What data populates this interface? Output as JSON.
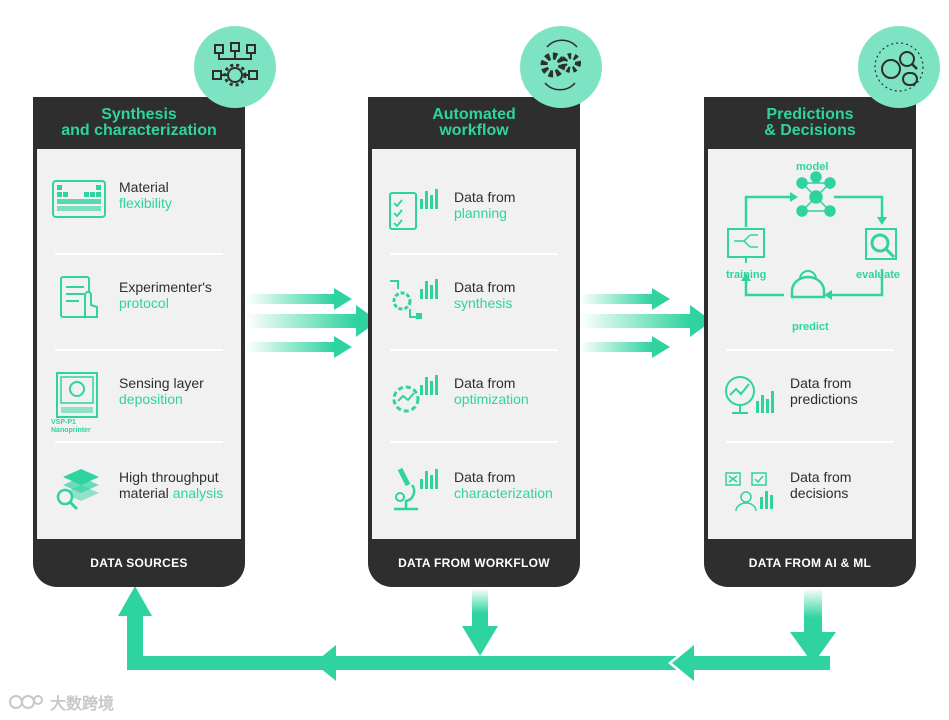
{
  "panels": [
    {
      "title_line1": "Synthesis",
      "title_line2": "and characterization",
      "footer": "DATA SOURCES",
      "items": [
        {
          "line1": "Material",
          "line2": "flexibility",
          "icon": "periodic-table-icon"
        },
        {
          "line1": "Experimenter's",
          "line2": "protocol",
          "icon": "protocol-hand-icon"
        },
        {
          "line1": "Sensing layer",
          "line2": "deposition",
          "icon": "nanoprinter-icon"
        },
        {
          "line1": "High throughput",
          "line2a": "material ",
          "line2b": "analysis",
          "icon": "layers-magnifier-icon"
        }
      ],
      "caption": [
        "VSP-P1",
        "Nanoprinter"
      ],
      "badge_icon": "network-gear-icon"
    },
    {
      "title_line1": "Automated",
      "title_line2": "workflow",
      "footer": "DATA FROM WORKFLOW",
      "items": [
        {
          "line1": "Data from",
          "line2": "planning",
          "icon": "checklist-chart-icon"
        },
        {
          "line1": "Data from",
          "line2": "synthesis",
          "icon": "robot-arm-chart-icon"
        },
        {
          "line1": "Data from",
          "line2": "optimization",
          "icon": "gear-chart-icon"
        },
        {
          "line1": "Data from",
          "line2": "characterization",
          "icon": "microscope-chart-icon"
        }
      ],
      "badge_icon": "gears-icon"
    },
    {
      "title_line1": "Predictions",
      "title_line2": "& Decisions",
      "footer": "DATA FROM AI & ML",
      "cycle": {
        "model": "model",
        "evaluate": "evaluate",
        "predict": "predict",
        "training": "training"
      },
      "items": [
        {
          "line1": "Data from",
          "line2": "predictions",
          "icon": "globe-chart-icon"
        },
        {
          "line1": "Data from",
          "line2": "decisions",
          "icon": "decision-person-icon"
        }
      ],
      "badge_icon": "ai-brain-icon"
    }
  ],
  "watermark": "大数跨境",
  "colors": {
    "accent": "#2ed3a0",
    "dark": "#2e2e2e",
    "panel_bg": "#f1f1f1",
    "badge": "#7de3c3"
  }
}
